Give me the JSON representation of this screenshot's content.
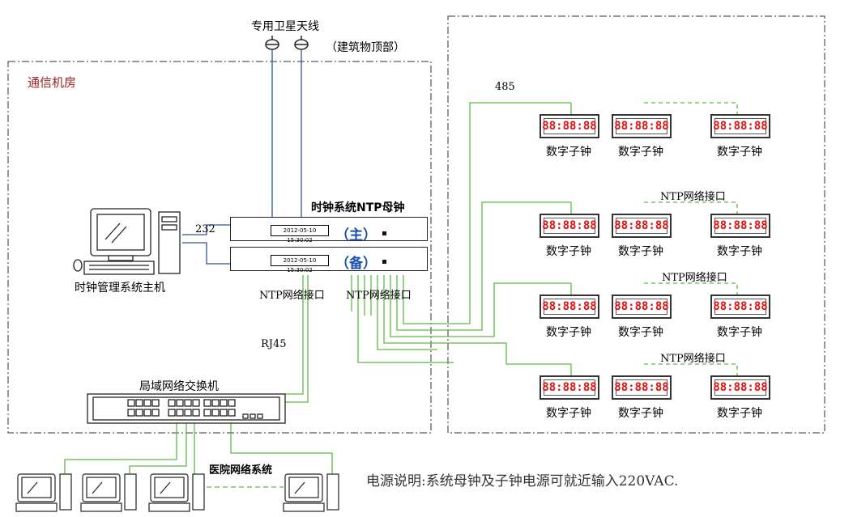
{
  "labels": {
    "antenna": "专用卫星天线",
    "building_top": "（建筑物顶部）",
    "room": "通信机房",
    "rs485": "485",
    "rs232": "232",
    "master_clock": "时钟系统NTP母钟",
    "primary": "（主）",
    "backup": "（备）",
    "ntp_port_left": "NTP网络接口",
    "ntp_port_right": "NTP网络接口",
    "rj45": "RJ45",
    "switch": "局域网络交换机",
    "host": "时钟管理系统主机",
    "hospital_network": "医院网络系统",
    "power_note": "电源说明:系统母钟及子钟电源可就近输入220VAC.",
    "display_time": "2012-05-10  15:30:02"
  },
  "clock_rows": [
    {
      "tag": "",
      "clocks": [
        "数字子钟",
        "数字子钟",
        "数字子钟"
      ]
    },
    {
      "tag": "NTP网络接口",
      "clocks": [
        "数字子钟",
        "数字子钟",
        "数字子钟"
      ]
    },
    {
      "tag": "NTP网络接口",
      "clocks": [
        "数字子钟",
        "数字子钟",
        "数字子钟"
      ]
    },
    {
      "tag": "NTP网络接口",
      "clocks": [
        "数字子钟",
        "数字子钟",
        "数字子钟"
      ]
    }
  ],
  "clock_face": "88:88:88",
  "colors": {
    "green_link": "#5dbb46",
    "blue_link": "#2f5597",
    "clock_digits": "#e11111",
    "room_label": "#9a1e1e"
  }
}
